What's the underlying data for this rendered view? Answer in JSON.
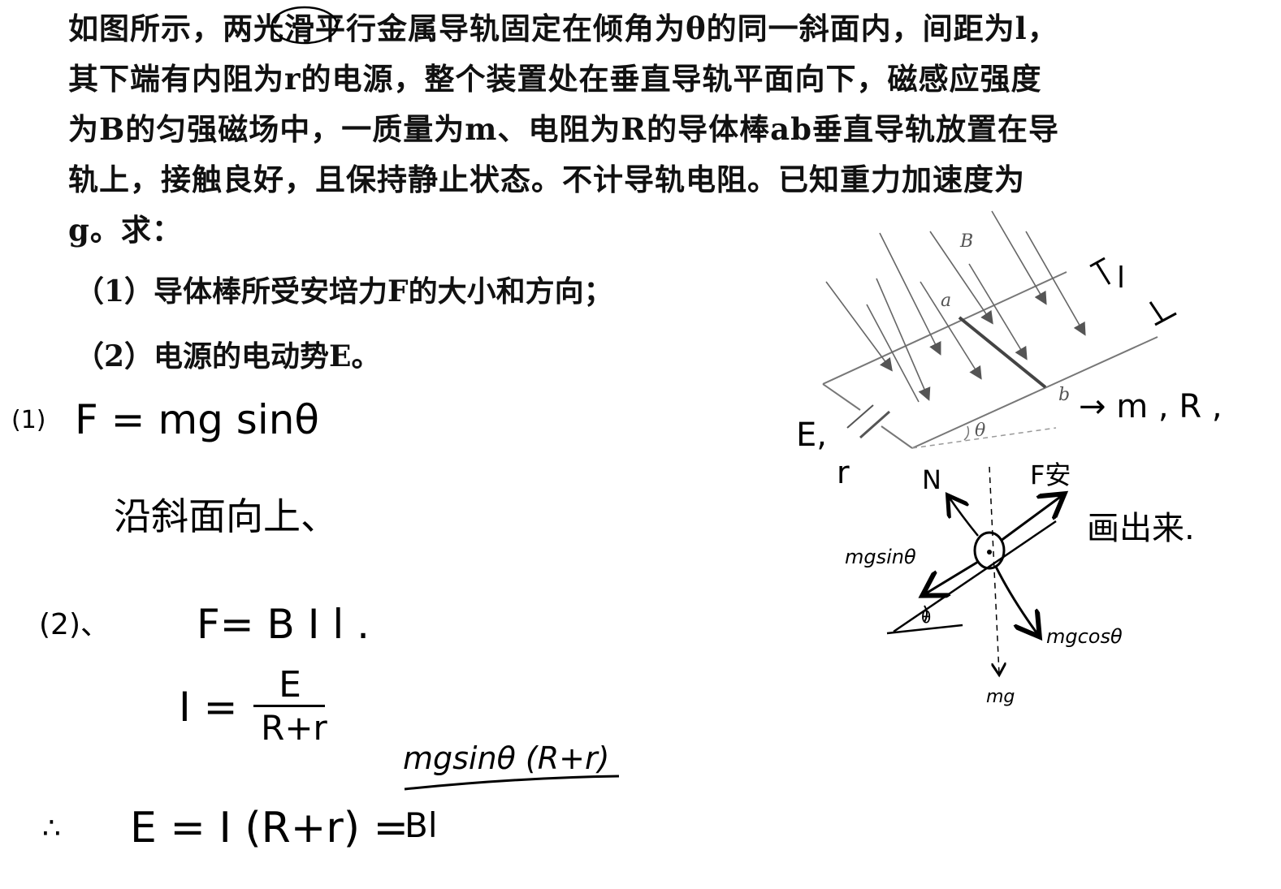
{
  "problem": {
    "lines": [
      "如图所示，两光滑平行金属导轨固定在倾角为θ的同一斜面内，间距为l，",
      "其下端有内阻为r的电源，整个装置处在垂直导轨平面向下，磁感应强度",
      "为B的匀强磁场中，一质量为m、电阻为R的导体棒ab垂直导轨放置在导",
      "轨上，接触良好，且保持静止状态。不计导轨电阻。已知重力加速度为",
      "g。求："
    ],
    "q1": "（1）导体棒所受安培力F的大小和方向；",
    "q2": "（2）电源的电动势E。"
  },
  "figure": {
    "label_B": "B",
    "label_a": "a",
    "label_b": "b",
    "label_theta": "θ"
  },
  "handwriting": {
    "ans1_prefix": "(1)",
    "ans1_eq": "F  = mg sinθ",
    "ans1_dir": "沿斜面向上、",
    "ans2_prefix": "(2)、",
    "ans2_eq1": "F= B I l .",
    "ans2_I": "I =",
    "ans2_I_num": "E",
    "ans2_I_den": "R+r",
    "ans2_therefore": "∴",
    "ans2_E": "E  =  I (R+r) =",
    "ans2_E_num": "mgsinθ  (R+r)",
    "ans2_E_den": "Bl",
    "side_E": "E,",
    "side_r": "r",
    "side_mR": "→ m , R ,",
    "side_l": "l",
    "fb_N": "N",
    "fb_F": "F安",
    "fb_mgsin": "mgsinθ",
    "fb_mgcos": "mgcosθ",
    "fb_mg": "mg",
    "fb_theta": "θ",
    "fb_note": "画出来."
  }
}
